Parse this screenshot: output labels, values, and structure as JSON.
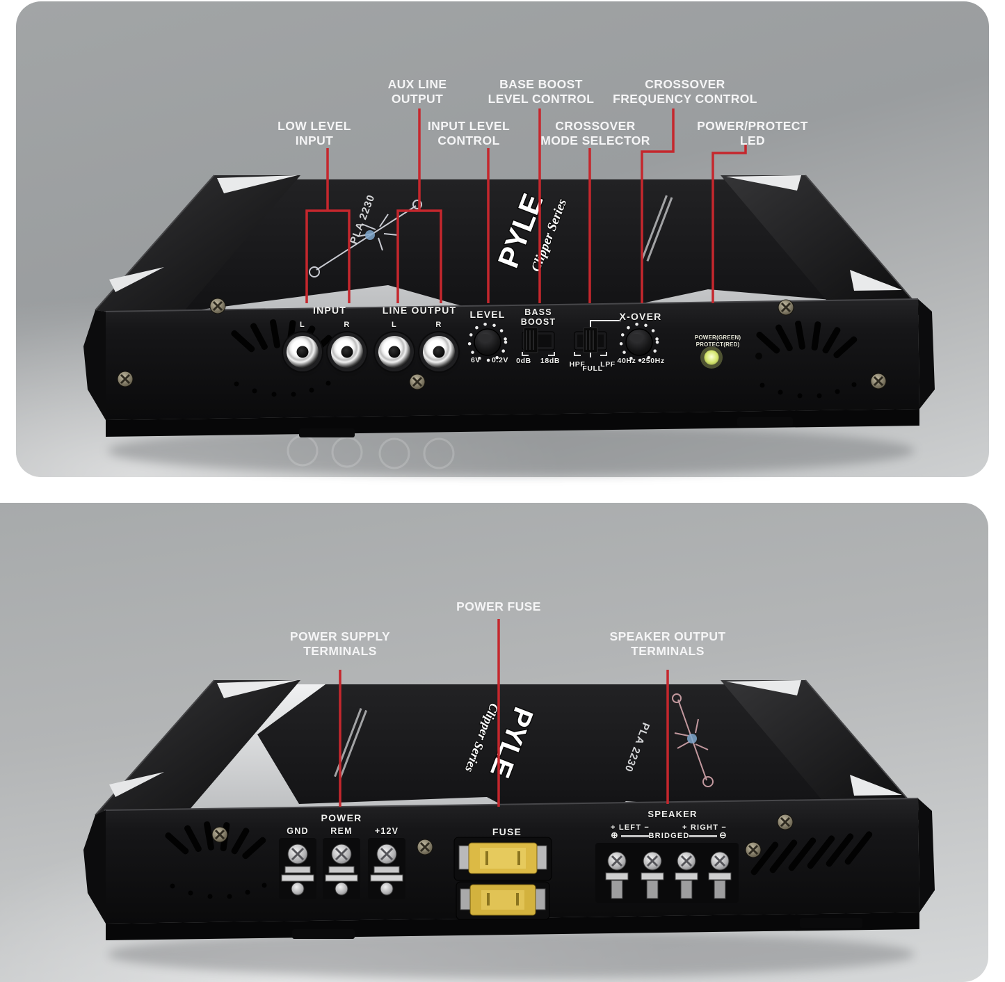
{
  "product": {
    "brand": "PYLE",
    "series": "Clipper Series",
    "model": "PLA 2230"
  },
  "colors": {
    "callout_red": "#c5272d",
    "led_on": "#dcea83",
    "fuse_yellow": "#dcba45",
    "background_gray": "#a2a5a6"
  },
  "front_view": {
    "callouts": {
      "low_level_input": "LOW LEVEL\nINPUT",
      "aux_line_output": "AUX LINE\nOUTPUT",
      "input_level": "INPUT LEVEL\nCONTROL",
      "base_boost": "BASE BOOST\nLEVEL CONTROL",
      "crossover_mode": "CROSSOVER\nMODE SELECTOR",
      "crossover_frequency": "CROSSOVER\nFREQUENCY CONTROL",
      "power_protect_led": "POWER/PROTECT\nLED"
    },
    "panel": {
      "input": {
        "title": "INPUT",
        "left": "L",
        "right": "R"
      },
      "line_output": {
        "title": "LINE OUTPUT",
        "left": "L",
        "right": "R"
      },
      "level": {
        "title": "LEVEL",
        "min": "6V",
        "max": "0.2V"
      },
      "bass_boost": {
        "title": "BASS\nBOOST",
        "min": "0dB",
        "max": "18dB"
      },
      "xover": {
        "title": "X-OVER",
        "modes": [
          "HPF",
          "FULL",
          "LPF"
        ],
        "min": "40Hz",
        "max": "250Hz"
      },
      "led": {
        "power": "POWER(GREEN)",
        "protect": "PROTECT(RED)"
      }
    }
  },
  "rear_view": {
    "callouts": {
      "power_supply": "POWER SUPPLY\nTERMINALS",
      "power_fuse": "POWER FUSE",
      "speaker_output": "SPEAKER OUTPUT\nTERMINALS"
    },
    "panel": {
      "power": {
        "title": "POWER",
        "terminals": [
          "GND",
          "REM",
          "+12V"
        ]
      },
      "fuse": {
        "title": "FUSE"
      },
      "speaker": {
        "title": "SPEAKER",
        "left": "+ LEFT −",
        "right": "+ RIGHT −",
        "plus": "⊕",
        "bridged": "BRIDGED",
        "minus": "⊖"
      }
    }
  }
}
